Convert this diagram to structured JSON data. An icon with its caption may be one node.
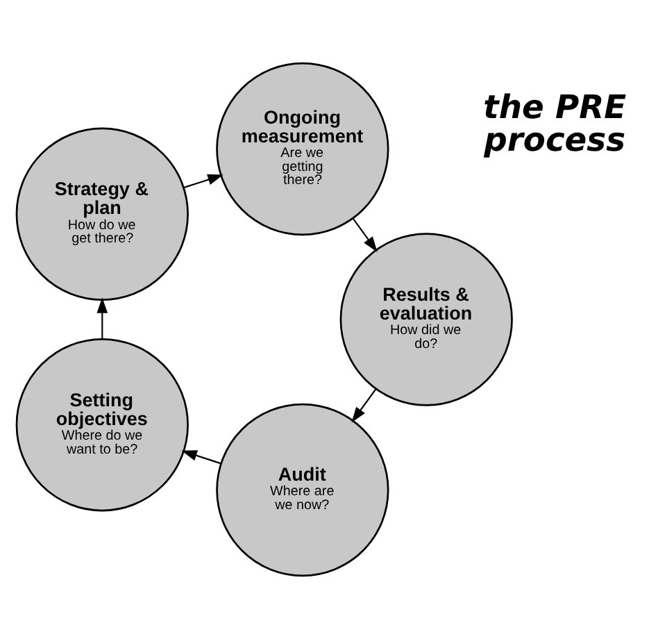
{
  "diagram": {
    "nodes": [
      {
        "text": [
          "Audit",
          "Where are we now?"
        ]
      },
      {
        "text": [
          "Setting objectives",
          "Where do we want to be?"
        ]
      },
      {
        "text": [
          "Strategy & plan",
          "How do we get there?"
        ]
      },
      {
        "text": [
          "Ongoing measurement",
          "Are we getting there?"
        ]
      },
      {
        "text": [
          "Results & evaluation",
          "How did we do?"
        ]
      }
    ],
    "edges": [
      {
        "from": 0,
        "to": 1,
        "arrow": "to"
      },
      {
        "from": 1,
        "to": 2,
        "arrow": "to"
      },
      {
        "from": 2,
        "to": 3,
        "arrow": "to"
      },
      {
        "from": 3,
        "to": 4,
        "arrow": "to"
      },
      {
        "from": 4,
        "to": 0,
        "arrow": "to"
      }
    ],
    "labels": [
      "the PRE process"
    ]
  }
}
